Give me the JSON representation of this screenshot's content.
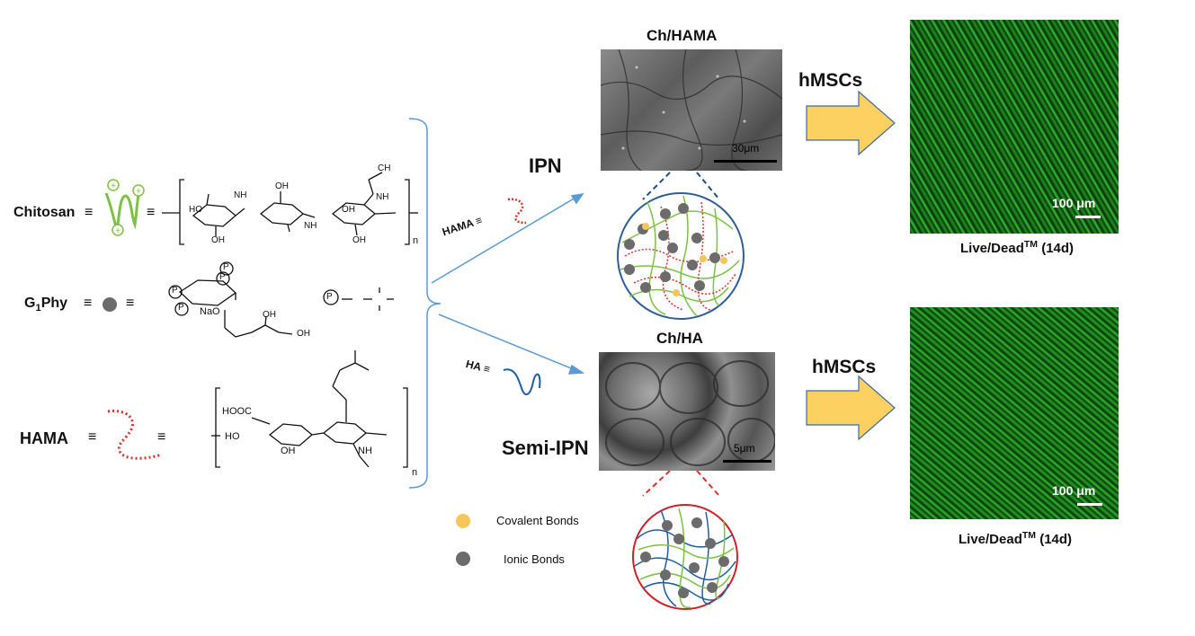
{
  "left_panel": {
    "chitosan": {
      "label": "Chitosan",
      "equiv": "≡",
      "n": "n"
    },
    "g1phy": {
      "label_main": "G",
      "label_sub": "1",
      "label_rest": "Phy",
      "equiv": "≡",
      "p_symbol": "P",
      "nao": "NaO",
      "oh": "OH",
      "oh2": "OH",
      "p_eq": "P"
    },
    "hama": {
      "label": "HAMA",
      "equiv": "≡",
      "n": "n",
      "hooc": "HOOC",
      "ho": "HO",
      "oh": "OH",
      "nh": "NH"
    }
  },
  "chem_labels": {
    "ho": "HO",
    "nh2": "NH",
    "oh": "OH",
    "ch3": "CH",
    "nh": "NH"
  },
  "middle": {
    "hama_legend": "HAMA",
    "hama_equiv": "≡",
    "ha_legend": "HA",
    "ha_equiv": "≡",
    "ipn": "IPN",
    "semi_ipn": "Semi-IPN"
  },
  "legend": {
    "covalent": "Covalent Bonds",
    "ionic": "Ionic Bonds",
    "covalent_color": "#f7c55a",
    "ionic_color": "#6b6b6b"
  },
  "top_branch": {
    "title": "Ch/HAMA",
    "scale": "30μm",
    "cells": "hMSCs",
    "fluor_scale": "100 μm",
    "caption_main": "Live/Dead",
    "caption_sup": "TM",
    "caption_rest": " (14d)"
  },
  "bottom_branch": {
    "title": "Ch/HA",
    "scale": "5μm",
    "cells": "hMSCs",
    "fluor_scale": "100 μm",
    "caption_main": "Live/Dead",
    "caption_sup": "TM",
    "caption_rest": " (14d)"
  },
  "colors": {
    "chitosan_green": "#7cc242",
    "hama_red": "#e0302a",
    "ha_blue": "#1f5fa8",
    "arrow_yellow": "#fdd062",
    "arrow_border": "#3e6b9a",
    "line_blue": "#5b9bd5",
    "bead_gray": "#6b6b6b"
  }
}
